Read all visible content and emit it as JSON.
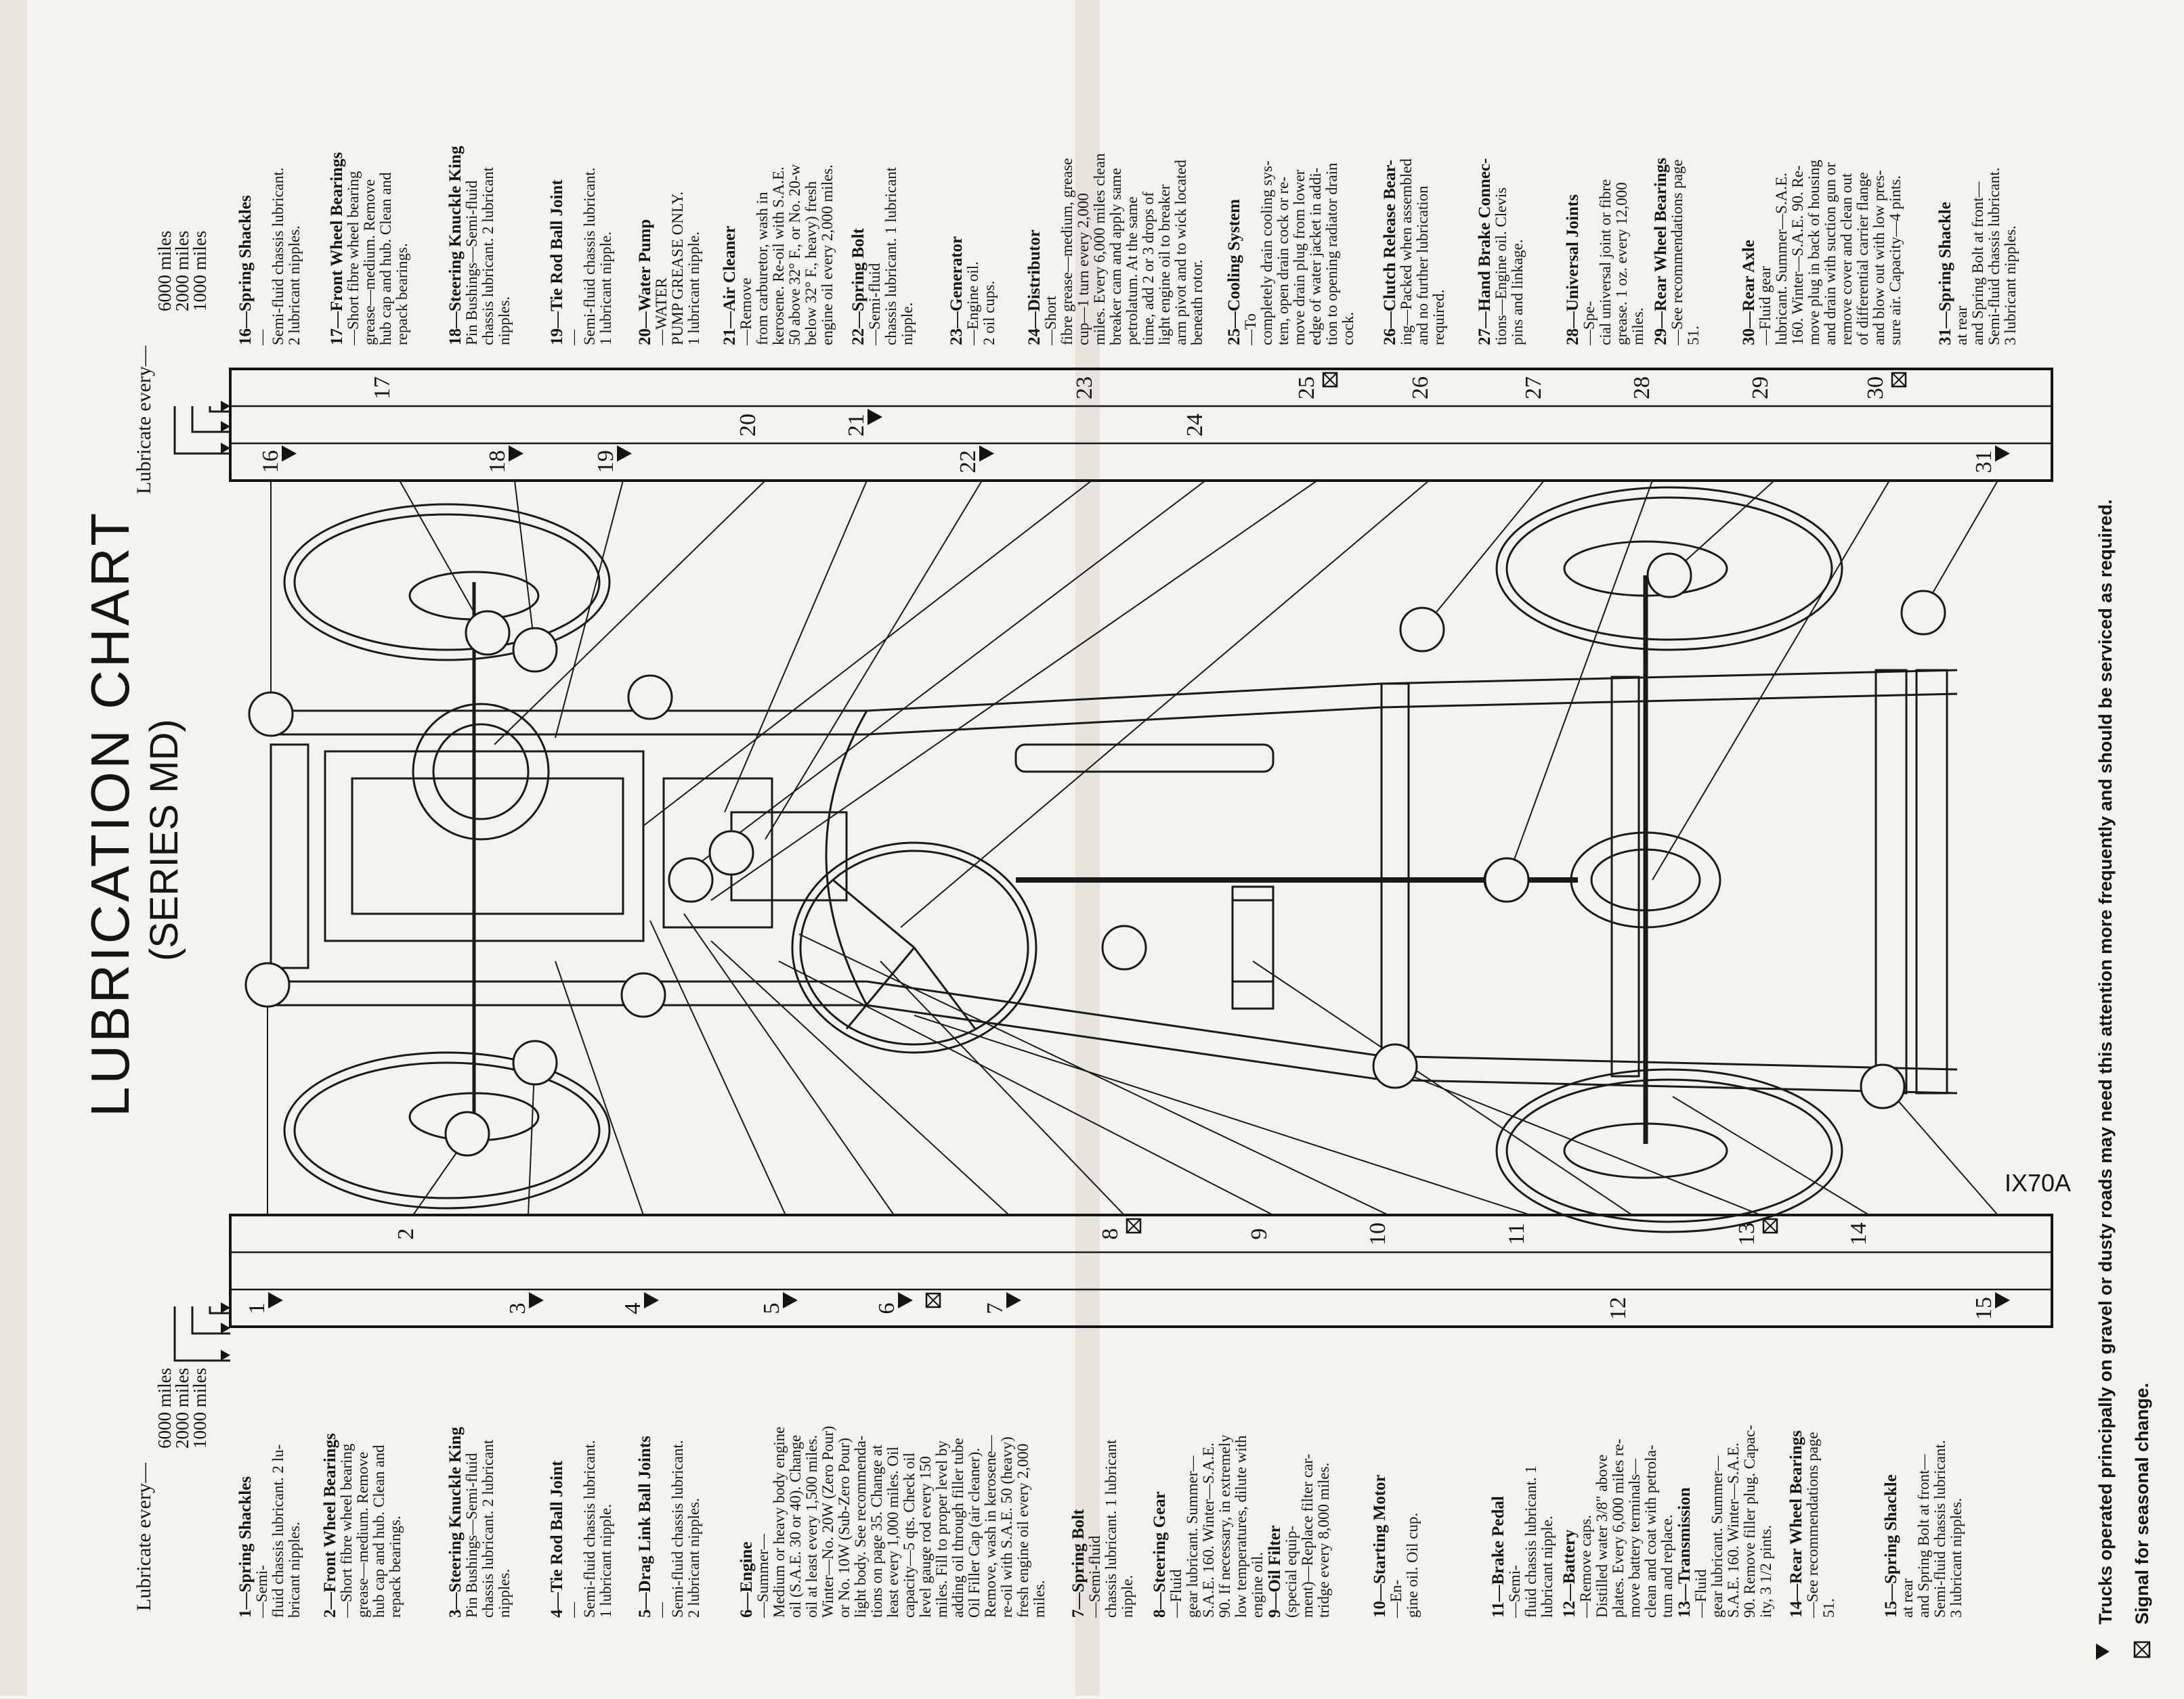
{
  "title": "LUBRICATION CHART",
  "subtitle": "(SERIES MD)",
  "image_code": "IX70A",
  "intervals_header": "Lubricate every—",
  "intervals": [
    "6000 miles",
    "2000 miles",
    "1000 miles"
  ],
  "left_numbers": {
    "n1": "1",
    "n2": "2",
    "n3": "3",
    "n4": "4",
    "n5": "5",
    "n6": "6",
    "n7": "7",
    "n8": "8",
    "n9": "9",
    "n10": "10",
    "n11": "11",
    "n12": "12",
    "n13": "13",
    "n14": "14",
    "n15": "15"
  },
  "right_numbers": {
    "n16": "16",
    "n17": "17",
    "n18": "18",
    "n19": "19",
    "n20": "20",
    "n21": "21",
    "n22": "22",
    "n23": "23",
    "n24": "24",
    "n25": "25",
    "n26": "26",
    "n27": "27",
    "n28": "28",
    "n29": "29",
    "n30": "30",
    "n31": "31"
  },
  "footnotes": {
    "triangle": "Trucks operated principally on gravel or dusty roads may need this attention more frequently and should be serviced as required.",
    "box": "Signal for seasonal change."
  },
  "items_left": [
    {
      "head": "1—Spring Shackles",
      "lines": [
        "—Semi-",
        "fluid chassis lubricant. 2 lu-",
        "bricant nipples."
      ]
    },
    {
      "head": "2—Front Wheel Bearings",
      "lines": [
        "—Short fibre wheel bearing",
        "grease—medium. Remove",
        "hub cap and hub. Clean and",
        "repack bearings."
      ]
    },
    {
      "head": "3—Steering Knuckle King",
      "lines": [
        "Pin Bushings—Semi-fluid",
        "chassis lubricant. 2 lubricant",
        "nipples."
      ]
    },
    {
      "head": "4—Tie Rod Ball Joint",
      "lines": [
        "—",
        "Semi-fluid chassis lubricant.",
        "1 lubricant nipple."
      ]
    },
    {
      "head": "5—Drag Link Ball Joints",
      "lines": [
        "—",
        "Semi-fluid chassis lubricant.",
        "2 lubricant nipples."
      ]
    },
    {
      "head": "6—Engine",
      "lines": [
        "—Summer—",
        "Medium or heavy body engine",
        "oil (S.A.E. 30 or 40). Change",
        "oil at least every 1,500 miles.",
        "Winter—No. 20W (Zero Pour)",
        "or No. 10W (Sub-Zero Pour)",
        "light body. See recommenda-",
        "tions on page 35. Change at",
        "least every 1,000 miles. Oil",
        "capacity—5 qts. Check oil",
        "level gauge rod every 150",
        "miles. Fill to proper level by",
        "adding oil through filler tube",
        "Oil Filler Cap (air cleaner).",
        "Remove, wash in kerosene—",
        "re-oil with S.A.E. 50 (heavy)",
        "fresh engine oil every 2,000",
        "miles."
      ]
    },
    {
      "head": "7—Spring Bolt",
      "lines": [
        "—Semi-fluid",
        "chassis lubricant. 1 lubricant",
        "nipple."
      ]
    },
    {
      "head": "8—Steering Gear",
      "lines": [
        "—Fluid",
        "gear lubricant. Summer—",
        "S.A.E. 160. Winter—S.A.E.",
        "90. If necessary, in extremely",
        "low temperatures, dilute with",
        "engine oil."
      ]
    },
    {
      "head": "9—Oil Filter",
      "lines": [
        "(special equip-",
        "ment)—Replace filter car-",
        "tridge every 8,000 miles."
      ]
    },
    {
      "head": "10—Starting Motor",
      "lines": [
        "—En-",
        "gine oil. Oil cup."
      ]
    },
    {
      "head": "11—Brake Pedal",
      "lines": [
        "—Semi-",
        "fluid chassis lubricant. 1",
        "lubricant nipple."
      ]
    },
    {
      "head": "12—Battery",
      "lines": [
        "—Remove caps.",
        "Distilled water 3/8\" above",
        "plates. Every 6,000 miles re-",
        "move battery terminals—",
        "clean and coat with petrola-",
        "tum and replace."
      ]
    },
    {
      "head": "13—Transmission",
      "lines": [
        "—Fluid",
        "gear lubricant. Summer—",
        "S.A.E. 160. Winter—S.A.E.",
        "90. Remove filler plug. Capac-",
        "ity, 3 1/2 pints."
      ]
    },
    {
      "head": "14—Rear Wheel Bearings",
      "lines": [
        "—See recommendations page",
        "51."
      ]
    },
    {
      "head": "15—Spring Shackle",
      "lines": [
        "at rear",
        "and Spring Bolt at front—",
        "Semi-fluid chassis lubricant.",
        "3 lubricant nipples."
      ]
    }
  ],
  "items_right": [
    {
      "head": "16—Spring Shackles",
      "lines": [
        "—",
        "Semi-fluid chassis lubricant.",
        "2 lubricant nipples."
      ]
    },
    {
      "head": "17—Front Wheel Bearings",
      "lines": [
        "—Short fibre wheel bearing",
        "grease—medium. Remove",
        "hub cap and hub. Clean and",
        "repack bearings."
      ]
    },
    {
      "head": "18—Steering Knuckle King",
      "lines": [
        "Pin Bushings—Semi-fluid",
        "chassis lubricant. 2 lubricant",
        "nipples."
      ]
    },
    {
      "head": "19—Tie Rod Ball Joint",
      "lines": [
        "—",
        "Semi-fluid chassis lubricant.",
        "1 lubricant nipple."
      ]
    },
    {
      "head": "20—Water Pump",
      "lines": [
        "—WATER",
        "PUMP GREASE ONLY.",
        "1 lubricant nipple."
      ]
    },
    {
      "head": "21—Air Cleaner",
      "lines": [
        "—Remove",
        "from carburetor, wash in",
        "kerosene. Re-oil with S.A.E.",
        "50 above 32° F., or No. 20-w",
        "below 32° F., heavy) fresh",
        "engine oil every 2,000 miles."
      ]
    },
    {
      "head": "22—Spring Bolt",
      "lines": [
        "—Semi-fluid",
        "chassis lubricant. 1 lubricant",
        "nipple."
      ]
    },
    {
      "head": "23—Generator",
      "lines": [
        "—Engine oil.",
        "2 oil cups."
      ]
    },
    {
      "head": "24—Distributor",
      "lines": [
        "—Short",
        "fibre grease—medium, grease",
        "cup—1 turn every 2,000",
        "miles. Every 6,000 miles clean",
        "breaker cam and apply same",
        "petrolatum. At the same",
        "time, add 2 or 3 drops of",
        "light engine oil to breaker",
        "arm pivot and to wick located",
        "beneath rotor."
      ]
    },
    {
      "head": "25—Cooling System",
      "lines": [
        "—To",
        "completely drain cooling sys-",
        "tem, open drain cock or re-",
        "move drain plug from lower",
        "edge of water jacket in addi-",
        "tion to opening radiator drain",
        "cock."
      ]
    },
    {
      "head": "26—Clutch Release Bear-",
      "lines": [
        "ing—Packed when assembled",
        "and no further lubrication",
        "required."
      ]
    },
    {
      "head": "27—Hand Brake Connec-",
      "lines": [
        "tions—Engine oil. Clevis",
        "pins and linkage."
      ]
    },
    {
      "head": "28—Universal Joints",
      "lines": [
        "—Spe-",
        "cial universal joint or fibre",
        "grease. 1 oz. every 12,000",
        "miles."
      ]
    },
    {
      "head": "29—Rear Wheel Bearings",
      "lines": [
        "—See recommendations page",
        "51."
      ]
    },
    {
      "head": "30—Rear Axle",
      "lines": [
        "—Fluid gear",
        "lubricant. Summer—S.A.E.",
        "160. Winter—S.A.E. 90. Re-",
        "move plug in back of housing",
        "and drain with suction gun or",
        "remove cover and clean out",
        "of differential carrier flange",
        "and blow out with low pres-",
        "sure air. Capacity—4 pints."
      ]
    },
    {
      "head": "31—Spring Shackle",
      "lines": [
        "at rear",
        "and Spring Bolt at front—",
        "Semi-fluid chassis lubricant.",
        "3 lubricant nipples."
      ]
    }
  ]
}
